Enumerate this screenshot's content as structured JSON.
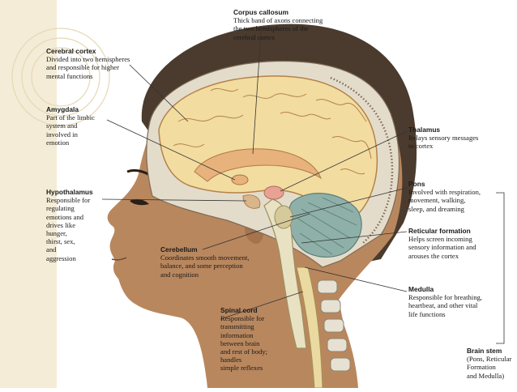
{
  "labels": {
    "corpus_callosum": {
      "title": "Corpus callosum",
      "desc": "Thick band of axons connecting\nthe two hemispheres of the\ncerebral cortex"
    },
    "cerebral_cortex": {
      "title": "Cerebral cortex",
      "desc": "Divided into two hemispheres\nand responsible for higher\nmental functions"
    },
    "amygdala": {
      "title": "Amygdala",
      "desc": "Part of the limbic\nsystem and\ninvolved in\nemotion"
    },
    "hypothalamus": {
      "title": "Hypothalamus",
      "desc": "Responsible for\nregulating\nemotions and\ndrives like\nhunger,\nthirst, sex,\nand\naggression"
    },
    "thalamus": {
      "title": "Thalamus",
      "desc": "Relays sensory messages\nto cortex"
    },
    "pons": {
      "title": "Pons",
      "desc": "Involved with respiration,\nmovement, walking,\nsleep, and dreaming"
    },
    "reticular_formation": {
      "title": "Reticular formation",
      "desc": "Helps screen incoming\nsensory information and\narouses the cortex"
    },
    "cerebellum": {
      "title": "Cerebellum",
      "desc": "Coordinates smooth movement,\nbalance, and some perception\nand cognition"
    },
    "medulla": {
      "title": "Medulla",
      "desc": "Responsible for breathing,\nheartbeat, and other vital\nlife functions"
    },
    "spinal_cord": {
      "title": "Spinal cord",
      "desc": "Responsible for\ntransmitting\ninformation\nbetween brain\nand rest of body;\nhandles\nsimple reflexes"
    },
    "brain_stem": {
      "title": "Brain stem",
      "desc": "(Pons, Reticular\nFormation\nand Medulla)"
    }
  },
  "colors": {
    "skin": "#b9875e",
    "skin_dark": "#8f633f",
    "hair": "#4a3b2e",
    "brain": "#f2dca0",
    "brain_line": "#b4824a",
    "cerebellum": "#8fb0a8",
    "brainstem": "#e9e2c2",
    "corpus": "#e8b27c",
    "thalamus": "#e7a294",
    "line": "#333333",
    "page_band": "#f3ead2"
  }
}
